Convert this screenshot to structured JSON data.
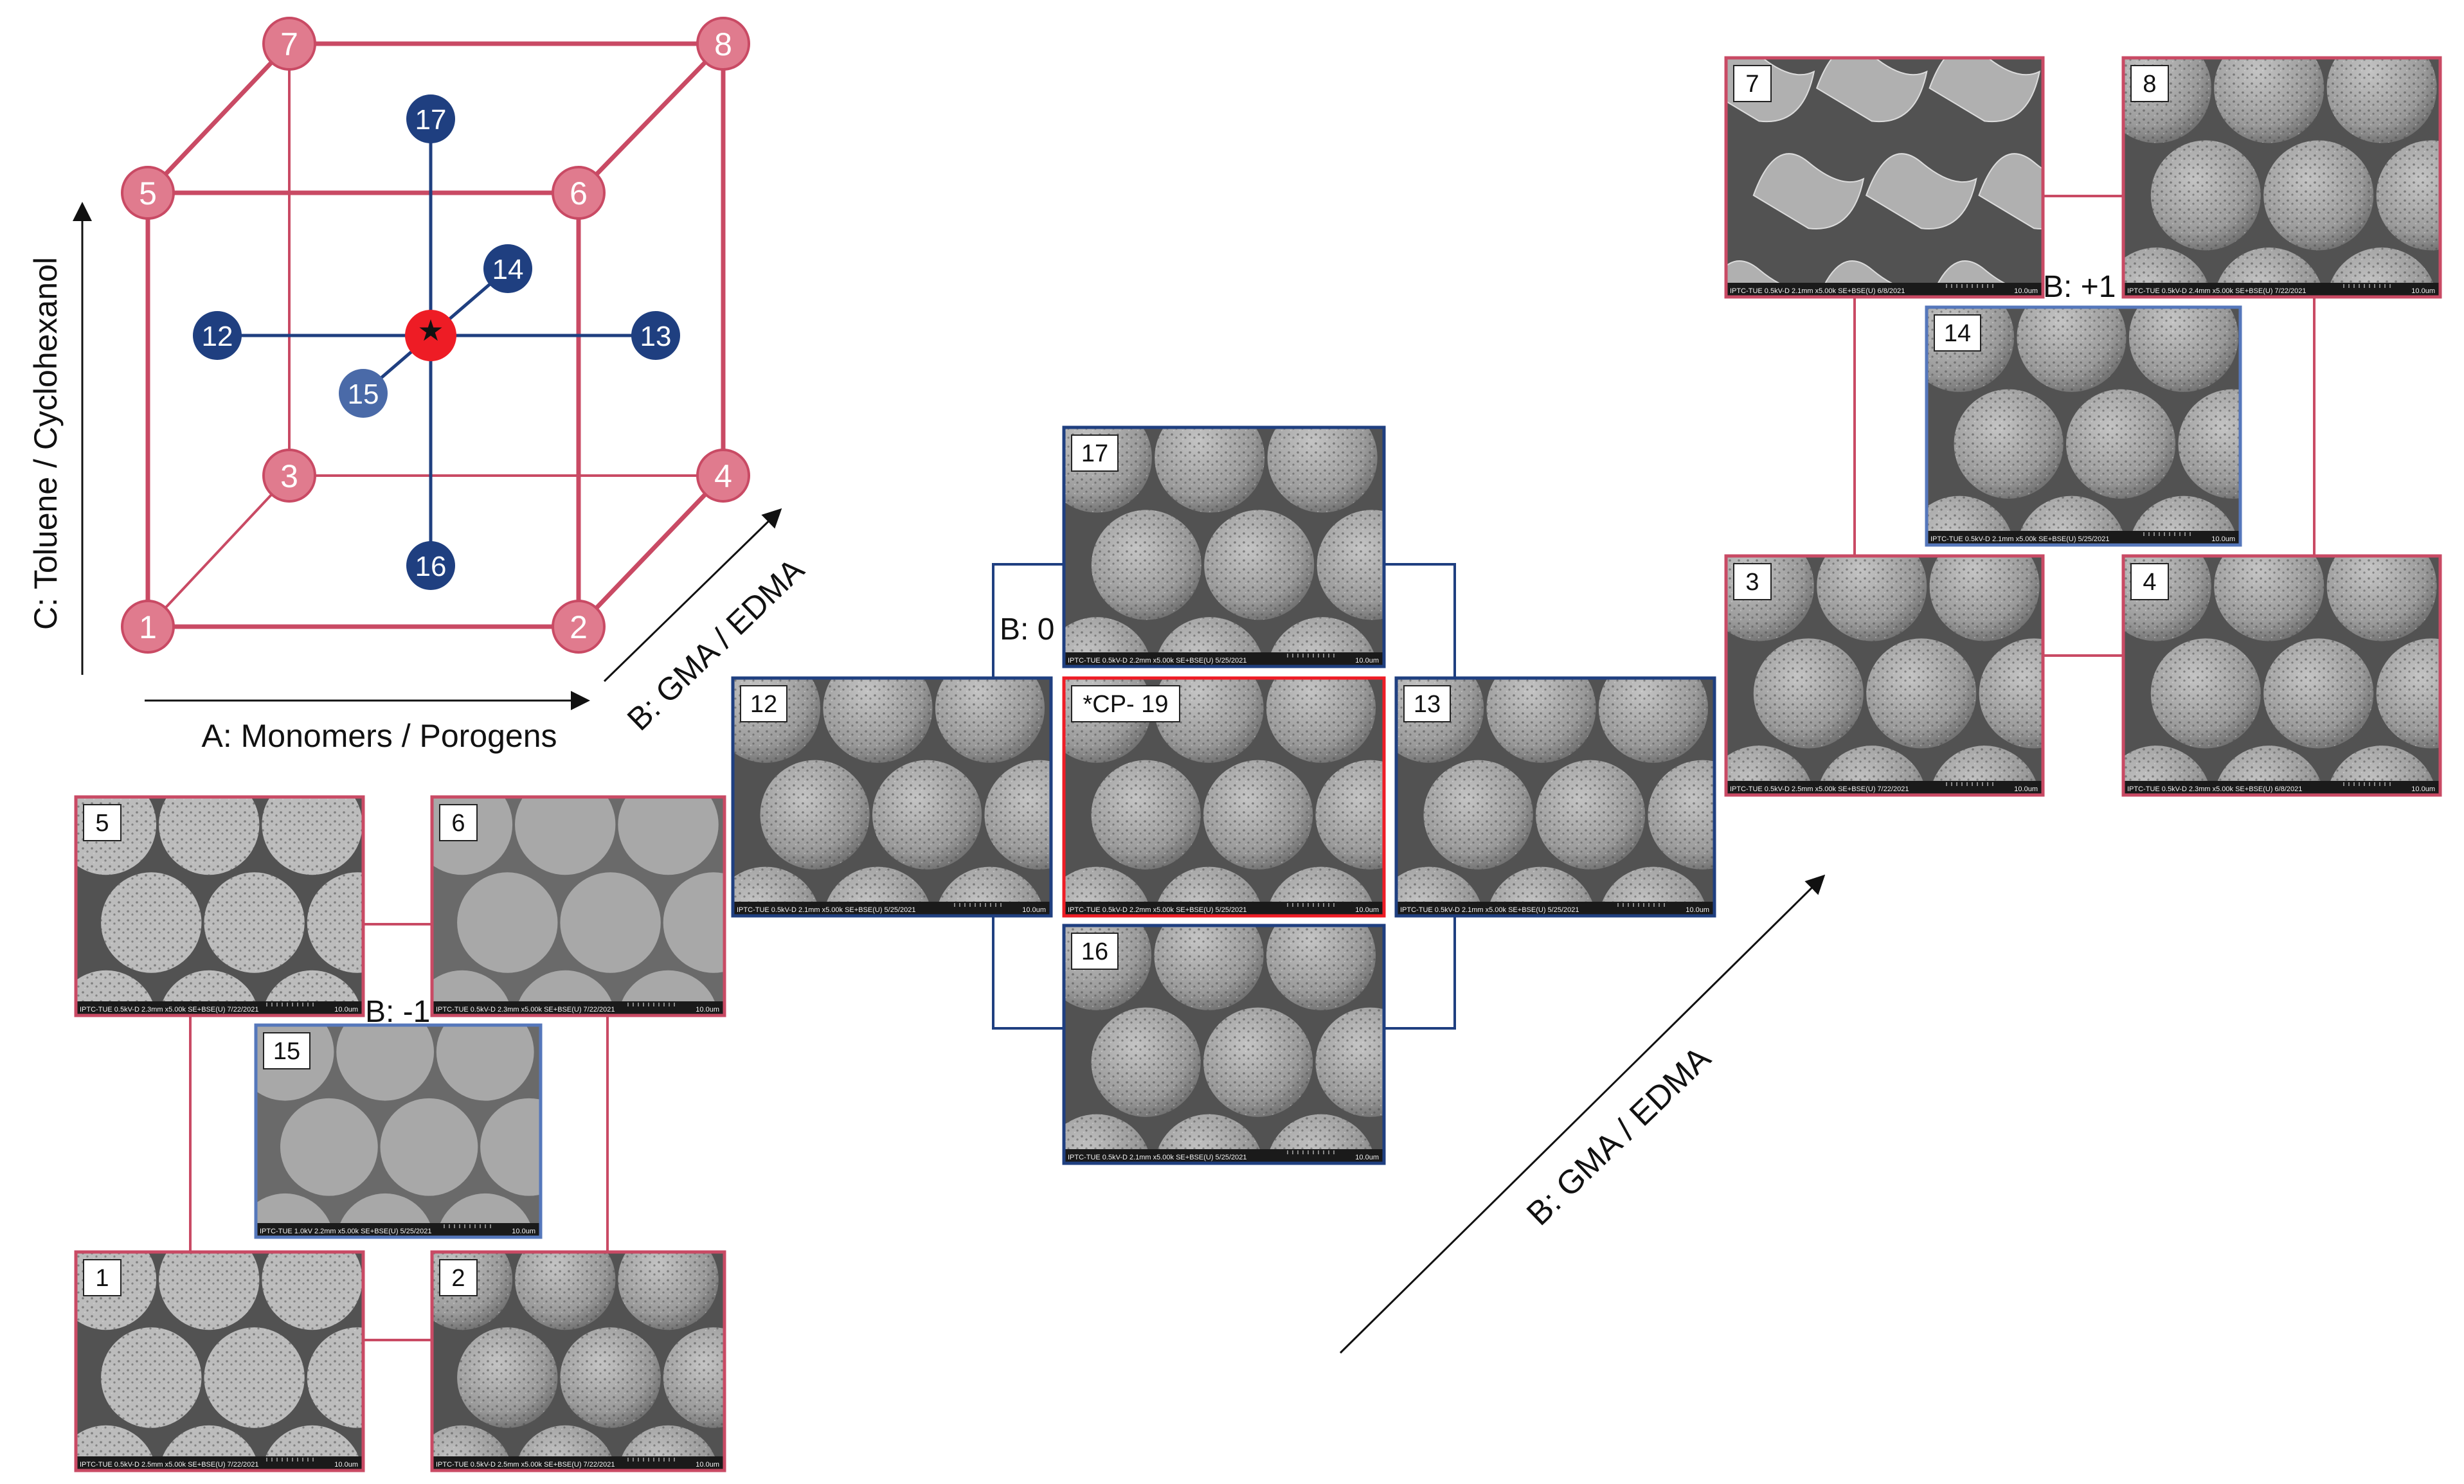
{
  "colors": {
    "factorial_red": "#c94a64",
    "node_pink": "#e07b8e",
    "axial_blue": "#1f3f80",
    "light_blue": "#4a6aa8",
    "center_red": "#ee1c25",
    "sem_bg": "#585858",
    "sem_particle": "#9c9c9c"
  },
  "cube": {
    "axis_c": "C: Toluene / Cyclohexanol",
    "axis_a": "A: Monomers / Porogens",
    "axis_b": "B: GMA / EDMA",
    "center_symbol": "★",
    "nodes": {
      "n1": "1",
      "n2": "2",
      "n3": "3",
      "n4": "4",
      "n5": "5",
      "n6": "6",
      "n7": "7",
      "n8": "8",
      "n12": "12",
      "n13": "13",
      "n14": "14",
      "n15": "15",
      "n16": "16",
      "n17": "17"
    }
  },
  "levels": {
    "minus": "B: -1",
    "zero": "B: 0",
    "plus": "B: +1"
  },
  "diagonal_axis_label": "B: GMA / EDMA",
  "panels": {
    "p5": {
      "label": "5",
      "caption": "IPTC-TUE 0.5kV-D 2.3mm x5.00k SE+BSE(U) 7/22/2021"
    },
    "p6": {
      "label": "6",
      "caption": "IPTC-TUE 0.5kV-D 2.3mm x5.00k SE+BSE(U) 7/22/2021"
    },
    "p15": {
      "label": "15",
      "caption": "IPTC-TUE 1.0kV 2.2mm x5.00k SE+BSE(U) 5/25/2021"
    },
    "p1": {
      "label": "1",
      "caption": "IPTC-TUE 0.5kV-D 2.5mm x5.00k SE+BSE(U) 7/22/2021"
    },
    "p2": {
      "label": "2",
      "caption": "IPTC-TUE 0.5kV-D 2.5mm x5.00k SE+BSE(U) 7/22/2021"
    },
    "p17": {
      "label": "17",
      "caption": "IPTC-TUE 0.5kV-D 2.2mm x5.00k SE+BSE(U) 5/25/2021"
    },
    "p12": {
      "label": "12",
      "caption": "IPTC-TUE 0.5kV-D 2.1mm x5.00k SE+BSE(U) 5/25/2021"
    },
    "pcp": {
      "label": "*CP- 19",
      "caption": "IPTC-TUE 0.5kV-D 2.2mm x5.00k SE+BSE(U) 5/25/2021"
    },
    "p13": {
      "label": "13",
      "caption": "IPTC-TUE 0.5kV-D 2.1mm x5.00k SE+BSE(U) 5/25/2021"
    },
    "p16": {
      "label": "16",
      "caption": "IPTC-TUE 0.5kV-D 2.1mm x5.00k SE+BSE(U) 5/25/2021"
    },
    "p7": {
      "label": "7",
      "caption": "IPTC-TUE 0.5kV-D 2.1mm x5.00k SE+BSE(U) 6/8/2021"
    },
    "p8": {
      "label": "8",
      "caption": "IPTC-TUE 0.5kV-D 2.4mm x5.00k SE+BSE(U) 7/22/2021"
    },
    "p14": {
      "label": "14",
      "caption": "IPTC-TUE 0.5kV-D 2.1mm x5.00k SE+BSE(U) 5/25/2021"
    },
    "p3": {
      "label": "3",
      "caption": "IPTC-TUE 0.5kV-D 2.5mm x5.00k SE+BSE(U) 7/22/2021"
    },
    "p4": {
      "label": "4",
      "caption": "IPTC-TUE 0.5kV-D 2.3mm x5.00k SE+BSE(U) 6/8/2021"
    }
  },
  "scale_bar": "10.0um"
}
